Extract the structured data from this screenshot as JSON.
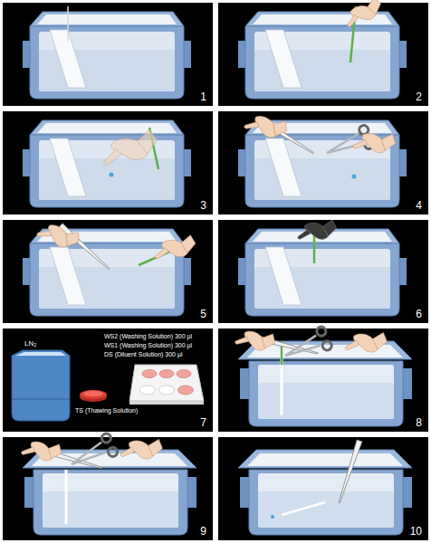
{
  "diagram": {
    "nodes": [
      {
        "text": [
          "1"
        ]
      },
      {
        "text": [
          "2"
        ]
      },
      {
        "text": [
          "3"
        ]
      },
      {
        "text": [
          "4"
        ]
      },
      {
        "text": [
          "5"
        ]
      },
      {
        "text": [
          "6"
        ]
      },
      {
        "text": [
          "7"
        ]
      },
      {
        "text": [
          "8"
        ]
      },
      {
        "text": [
          "9"
        ]
      },
      {
        "text": [
          "10"
        ]
      }
    ],
    "labels": [
      "LN₂",
      "WS2 (Washing Solution) 300 µl",
      "WS1 (Washing Solution) 300 µl",
      "DS (Diluent Solution) 300 µl",
      "TS (Thawing Solution)"
    ]
  }
}
